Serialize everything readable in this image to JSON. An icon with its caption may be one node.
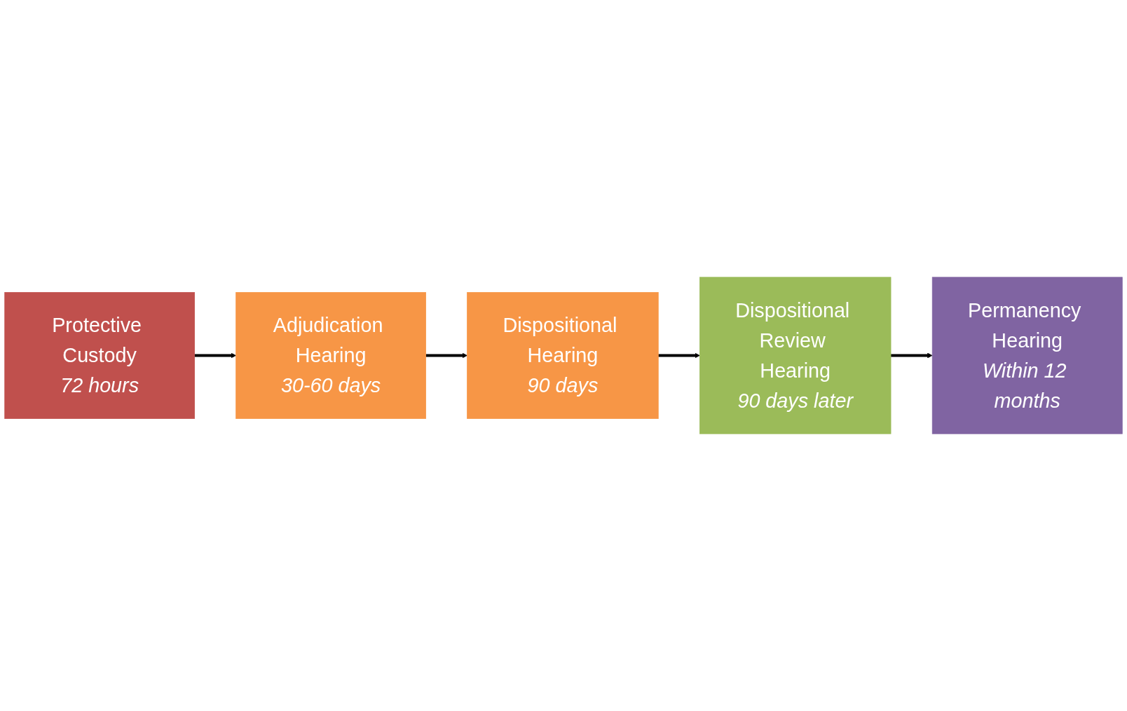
{
  "diagram": {
    "nodes": [
      {
        "text": [
          "Protective Custody",
          "72 hours"
        ]
      },
      {
        "text": [
          "Adjudication Hearing",
          "30-60 days"
        ]
      },
      {
        "text": [
          "Dispositional Hearing",
          "90 days"
        ]
      },
      {
        "text": [
          "Dispositional Review Hearing",
          "90 days later"
        ]
      },
      {
        "text": [
          "Permanency Hearing",
          "Within 12 months"
        ]
      }
    ],
    "edges": [
      {
        "from": 0,
        "to": 1,
        "arrow": "to"
      },
      {
        "from": 1,
        "to": 2,
        "arrow": "to"
      },
      {
        "from": 2,
        "to": 3,
        "arrow": "to"
      },
      {
        "from": 3,
        "to": 4,
        "arrow": "to"
      }
    ]
  }
}
